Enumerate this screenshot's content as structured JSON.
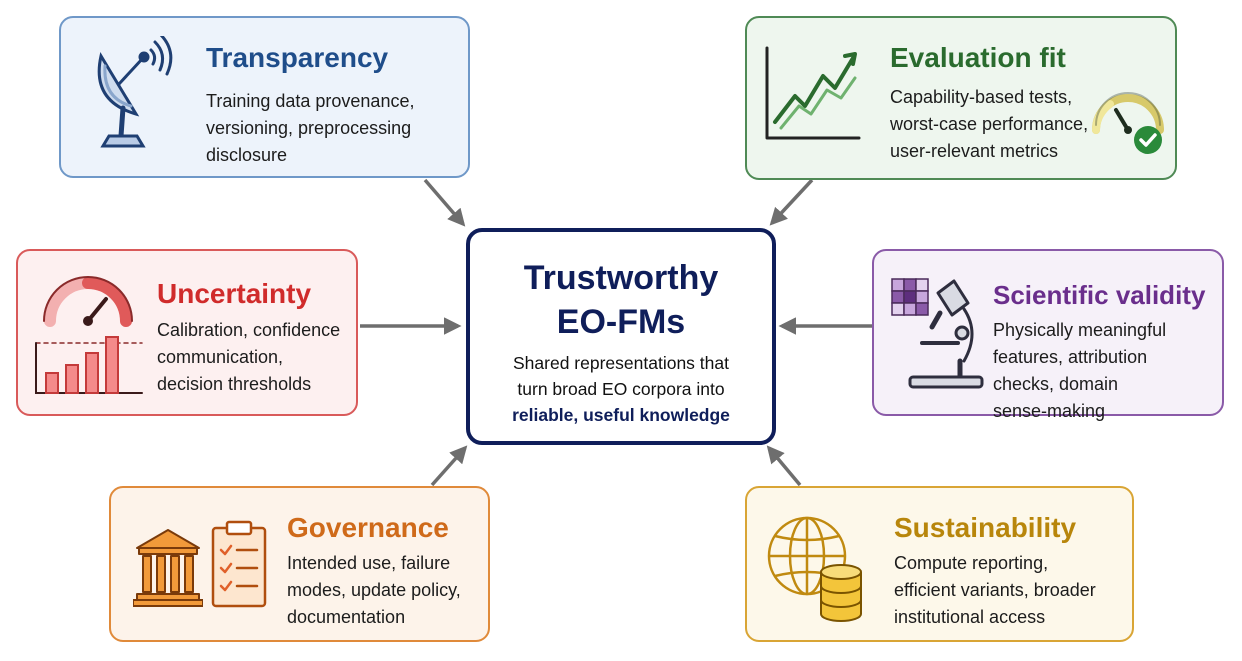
{
  "colors": {
    "transparency": "#1f4d8a",
    "evaluation": "#2a6b2e",
    "uncertainty": "#d02b2b",
    "scientific": "#6a2e8c",
    "governance": "#cf6a1a",
    "sustainability": "#b8860b",
    "center": "#0f1e5a",
    "arrow": "#6e6e6e"
  },
  "center": {
    "title_lines": [
      "Trustworthy",
      "EO-FMs"
    ],
    "desc_lines": [
      "Shared representations that",
      "turn broad EO corpora into"
    ],
    "emphasis": "reliable, useful knowledge"
  },
  "cards": {
    "transparency": {
      "title": "Transparency",
      "lines": [
        "Training data provenance,",
        "versioning, preprocessing",
        "disclosure"
      ],
      "icon": "satellite-dish-icon"
    },
    "evaluation": {
      "title": "Evaluation fit",
      "lines": [
        "Capability-based tests,",
        "worst-case performance,",
        "user-relevant metrics"
      ],
      "icon": "line-chart-gauge-check-icon"
    },
    "uncertainty": {
      "title": "Uncertainty",
      "lines": [
        "Calibration, confidence",
        "communication,",
        "decision thresholds"
      ],
      "icon": "gauge-bar-chart-icon"
    },
    "scientific": {
      "title": "Scientific validity",
      "lines": [
        "Physically meaningful",
        "features, attribution",
        "checks, domain",
        "sense-making"
      ],
      "icon": "microscope-grid-icon"
    },
    "governance": {
      "title": "Governance",
      "lines": [
        "Intended use, failure",
        "modes, update policy,",
        "documentation"
      ],
      "icon": "institution-checklist-icon"
    },
    "sustainability": {
      "title": "Sustainability",
      "lines": [
        "Compute reporting,",
        "efficient variants, broader",
        "institutional access"
      ],
      "icon": "globe-database-icon"
    }
  }
}
